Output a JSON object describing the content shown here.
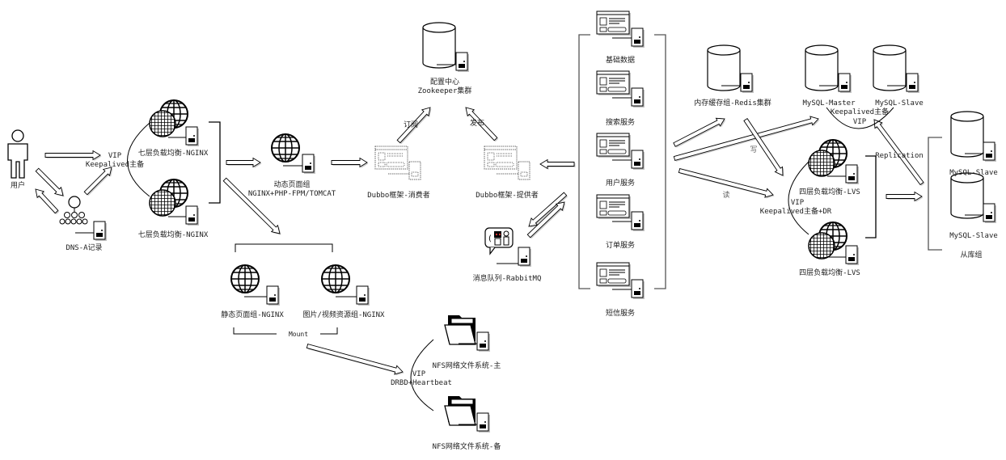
{
  "title": "Web architecture diagram",
  "nodes": {
    "user": "用户",
    "dns": "DNS-A记录",
    "vip_keepalived": {
      "line1": "VIP",
      "line2": "Keepalived主备"
    },
    "l7_nginx_1": "七层负载均衡-NGINX",
    "l7_nginx_2": "七层负载均衡-NGINX",
    "dynamic": {
      "line1": "动态页面组",
      "line2": "NGINX+PHP-FPM/TOMCAT"
    },
    "static": "静态页面组-NGINX",
    "media": "图片/视频资源组-NGINX",
    "mount": "Mount",
    "zookeeper": {
      "line1": "配置中心",
      "line2": "Zookeeper集群"
    },
    "subscribe": "订阅",
    "publish": "发布",
    "dubbo_consumer": "Dubbo框架-消费者",
    "dubbo_provider": "Dubbo框架-提供者",
    "rabbitmq": "消息队列-RabbitMQ",
    "nfs_vip": {
      "line1": "VIP",
      "line2": "DRBD+Heartbeat"
    },
    "nfs_master": "NFS网络文件系统-主",
    "nfs_backup": "NFS网络文件系统-备",
    "services": [
      "基础数据",
      "搜索服务",
      "用户服务",
      "订单服务",
      "短信服务"
    ],
    "redis": "内存缓存组-Redis集群",
    "write": "写",
    "read": "读",
    "mysql_master": "MySQL-Master",
    "mysql_slave_top": "MySQL-Slave",
    "mysql_vip": {
      "line1": "Keepalived主备",
      "line2": "VIP"
    },
    "lvs_1": "四层负载均衡-LVS",
    "lvs_2": "四层负载均衡-LVS",
    "lvs_vip": {
      "line1": "VIP",
      "line2": "Keepalived主备+DR"
    },
    "replication": "Replication",
    "slave_1": "MySQL-Slave",
    "slave_2": "MySQL-Slave",
    "slave_group": "从库组"
  }
}
